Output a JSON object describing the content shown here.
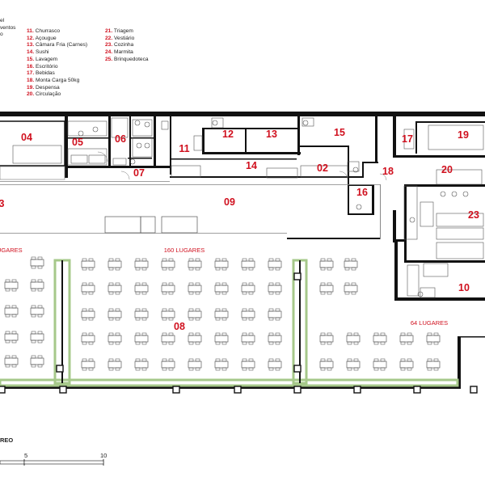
{
  "legend": {
    "col0": [
      {
        "num": "",
        "text": "el"
      },
      {
        "num": "",
        "text": "ventos"
      },
      {
        "num": "",
        "text": "o"
      },
      {
        "num": "",
        "text": ""
      }
    ],
    "col1": [
      {
        "num": "11.",
        "text": "Churrasco"
      },
      {
        "num": "12.",
        "text": "Açougue"
      },
      {
        "num": "13.",
        "text": "Câmara Fria (Carnes)"
      },
      {
        "num": "14.",
        "text": "Sushi"
      },
      {
        "num": "15.",
        "text": "Lavagem"
      },
      {
        "num": "16.",
        "text": "Escritório"
      },
      {
        "num": "17.",
        "text": "Bebidas"
      },
      {
        "num": "18.",
        "text": "Monta Carga 50kg"
      },
      {
        "num": "19.",
        "text": "Despensa"
      },
      {
        "num": "20.",
        "text": "Circulação"
      }
    ],
    "col2": [
      {
        "num": "21.",
        "text": "Triagem"
      },
      {
        "num": "22.",
        "text": "Vestiário"
      },
      {
        "num": "23.",
        "text": "Cozinha"
      },
      {
        "num": "24.",
        "text": "Marmita"
      },
      {
        "num": "25.",
        "text": "Brinquedoteca"
      }
    ]
  },
  "rooms": {
    "r04": "04",
    "r05": "05",
    "r06": "06",
    "r07": "07",
    "r11": "11",
    "r12": "12",
    "r13": "13",
    "r14": "14",
    "r15": "15",
    "r02": "02",
    "r18": "18",
    "r16": "16",
    "r17": "17",
    "r19": "19",
    "r20": "20",
    "r03": "3",
    "r09": "09",
    "r23": "23",
    "r10": "10",
    "r08": "08"
  },
  "captions": {
    "left": "UGARES",
    "center": "160 LUGARES",
    "right": "64 LUGARES"
  },
  "footer": {
    "title": "REO",
    "scale_5": "5",
    "scale_10": "10"
  },
  "colors": {
    "room_label": "#d0101e",
    "wall": "#111111",
    "planter": "#a6c88a"
  }
}
